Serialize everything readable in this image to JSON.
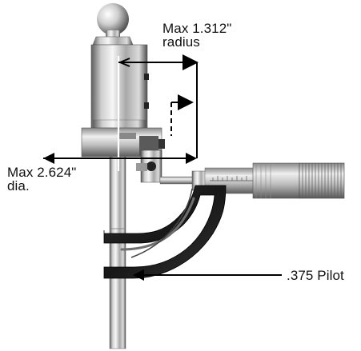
{
  "annotations": {
    "radius": {
      "line1": "Max 1.312\"",
      "line2": "radius"
    },
    "diameter": {
      "line1": "Max 2.624\"",
      "line2": "dia."
    },
    "pilot": {
      "text": ".375 Pilot"
    }
  },
  "colors": {
    "arrow": "#000000",
    "steel_light": "#e8e8e8",
    "steel_dark": "#6e6e6e",
    "frame_black": "#1c1c1c",
    "frame_grey": "#7a7a7a"
  },
  "icons": {
    "ball": "ball-handle-icon",
    "micrometer": "micrometer-icon"
  }
}
